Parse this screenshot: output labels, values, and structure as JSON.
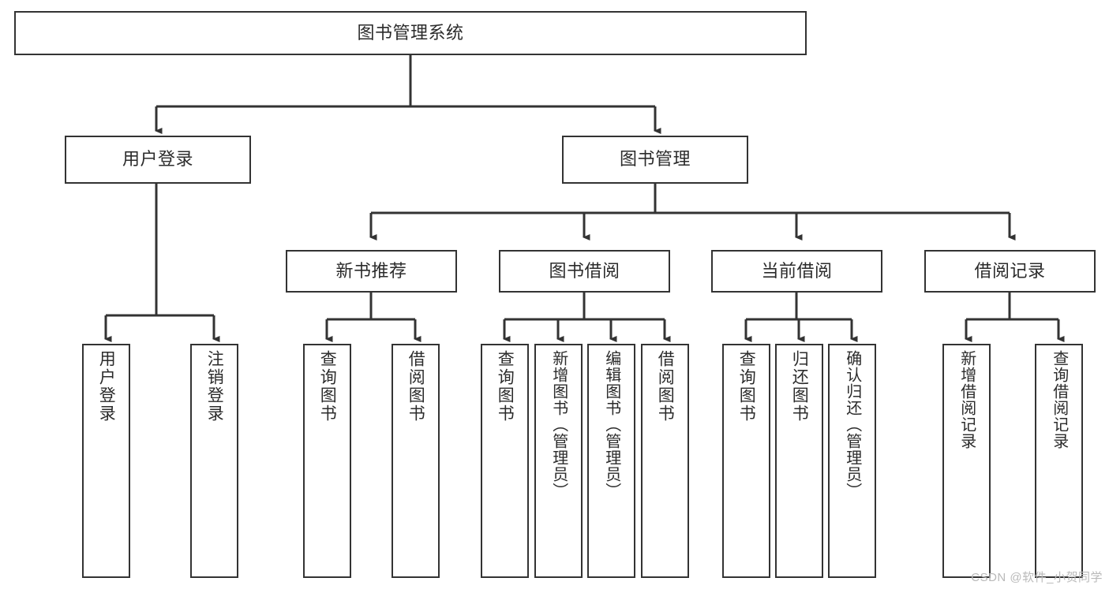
{
  "diagram": {
    "type": "tree",
    "title": "图书管理系统",
    "root": {
      "label": "图书管理系统"
    },
    "level2": [
      {
        "label": "用户登录"
      },
      {
        "label": "图书管理"
      }
    ],
    "level3": [
      {
        "label": "新书推荐"
      },
      {
        "label": "图书借阅"
      },
      {
        "label": "当前借阅"
      },
      {
        "label": "借阅记录"
      }
    ],
    "leaves_user_login": [
      {
        "label": "用户登录"
      },
      {
        "label": "注销登录"
      }
    ],
    "leaves_new_book": [
      {
        "label": "查询图书"
      },
      {
        "label": "借阅图书"
      }
    ],
    "leaves_borrow": [
      {
        "label": "查询图书"
      },
      {
        "label": "新增图书（管理员）"
      },
      {
        "label": "编辑图书（管理员）"
      },
      {
        "label": "借阅图书"
      }
    ],
    "leaves_current": [
      {
        "label": "查询图书"
      },
      {
        "label": "归还图书"
      },
      {
        "label": "确认归还（管理员）"
      }
    ],
    "leaves_records": [
      {
        "label": "新增借阅记录"
      },
      {
        "label": "查询借阅记录"
      }
    ]
  },
  "watermark": {
    "text": "CSDN @软件_小贺同学"
  },
  "colors": {
    "stroke": "#333333",
    "text": "#2b2b2b",
    "background": "#ffffff",
    "watermark": "#b9b9b9"
  }
}
